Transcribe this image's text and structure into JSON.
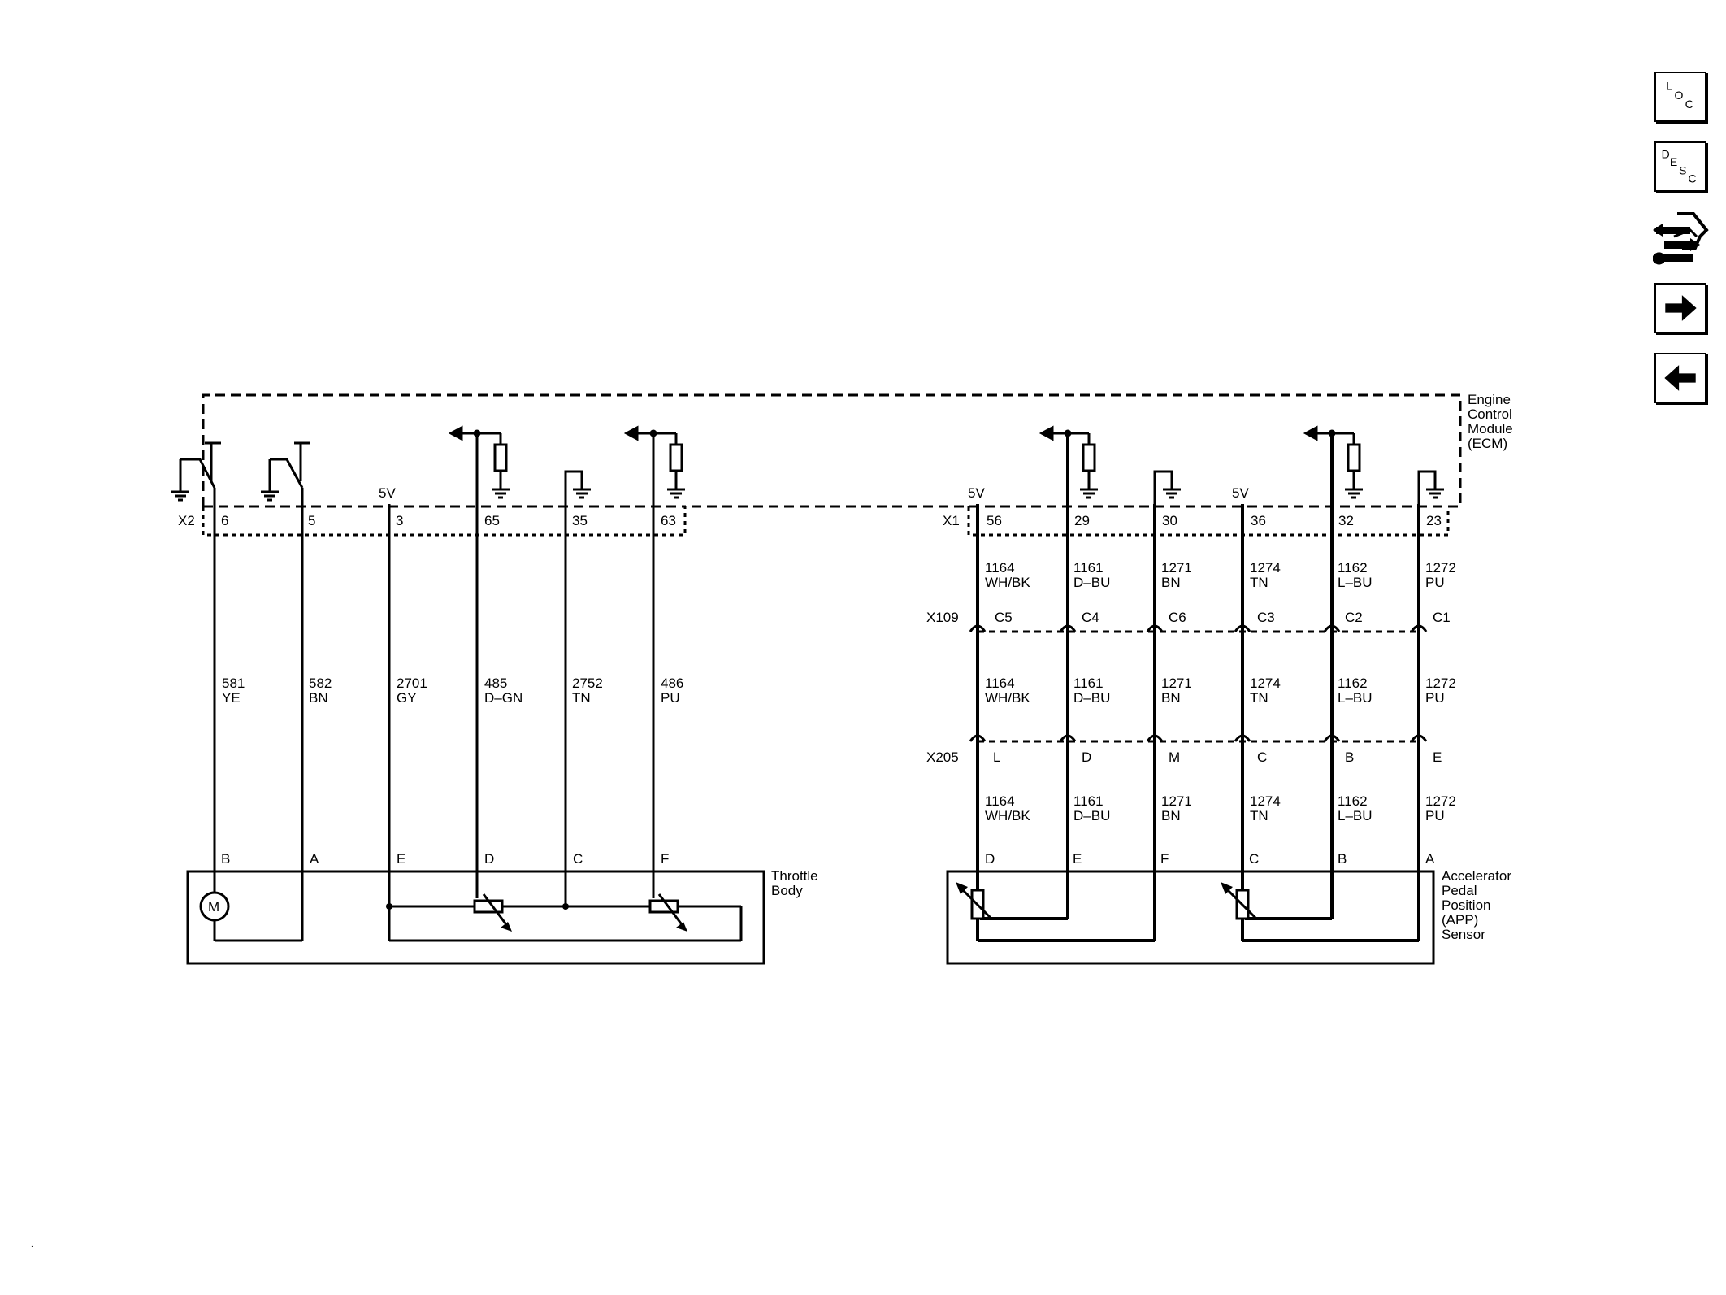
{
  "ecm": {
    "label": [
      "Engine",
      "Control",
      "Module",
      "(ECM)"
    ],
    "left_connector": "X2",
    "right_connector": "X1",
    "left_pins": [
      "6",
      "5",
      "3",
      "65",
      "35",
      "63"
    ],
    "right_pins": [
      "56",
      "29",
      "30",
      "36",
      "32",
      "23"
    ],
    "ref_5v_left": "5V",
    "ref_5v_right_a": "5V",
    "ref_5v_right_b": "5V"
  },
  "throttle_body": {
    "label": [
      "Throttle",
      "Body"
    ],
    "pins": [
      "B",
      "A",
      "E",
      "D",
      "C",
      "F"
    ],
    "motor": "M",
    "wires": [
      {
        "num": "581",
        "color": "YE"
      },
      {
        "num": "582",
        "color": "BN"
      },
      {
        "num": "2701",
        "color": "GY"
      },
      {
        "num": "485",
        "color": "D–GN"
      },
      {
        "num": "2752",
        "color": "TN"
      },
      {
        "num": "486",
        "color": "PU"
      }
    ]
  },
  "app_sensor": {
    "label": [
      "Accelerator",
      "Pedal",
      "Position",
      "(APP)",
      "Sensor"
    ],
    "pins": [
      "D",
      "E",
      "F",
      "C",
      "B",
      "A"
    ],
    "wires": [
      {
        "num": "1164",
        "color": "WH/BK"
      },
      {
        "num": "1161",
        "color": "D–BU"
      },
      {
        "num": "1271",
        "color": "BN"
      },
      {
        "num": "1274",
        "color": "TN"
      },
      {
        "num": "1162",
        "color": "L–BU"
      },
      {
        "num": "1272",
        "color": "PU"
      }
    ]
  },
  "x109": {
    "label": "X109",
    "pins": [
      "C5",
      "C4",
      "C6",
      "C3",
      "C2",
      "C1"
    ]
  },
  "x205": {
    "label": "X205",
    "pins": [
      "L",
      "D",
      "M",
      "C",
      "B",
      "E"
    ]
  },
  "nav": {
    "loc": [
      "L",
      "O",
      "C"
    ],
    "desc": [
      "D",
      "E",
      "S",
      "C"
    ]
  }
}
